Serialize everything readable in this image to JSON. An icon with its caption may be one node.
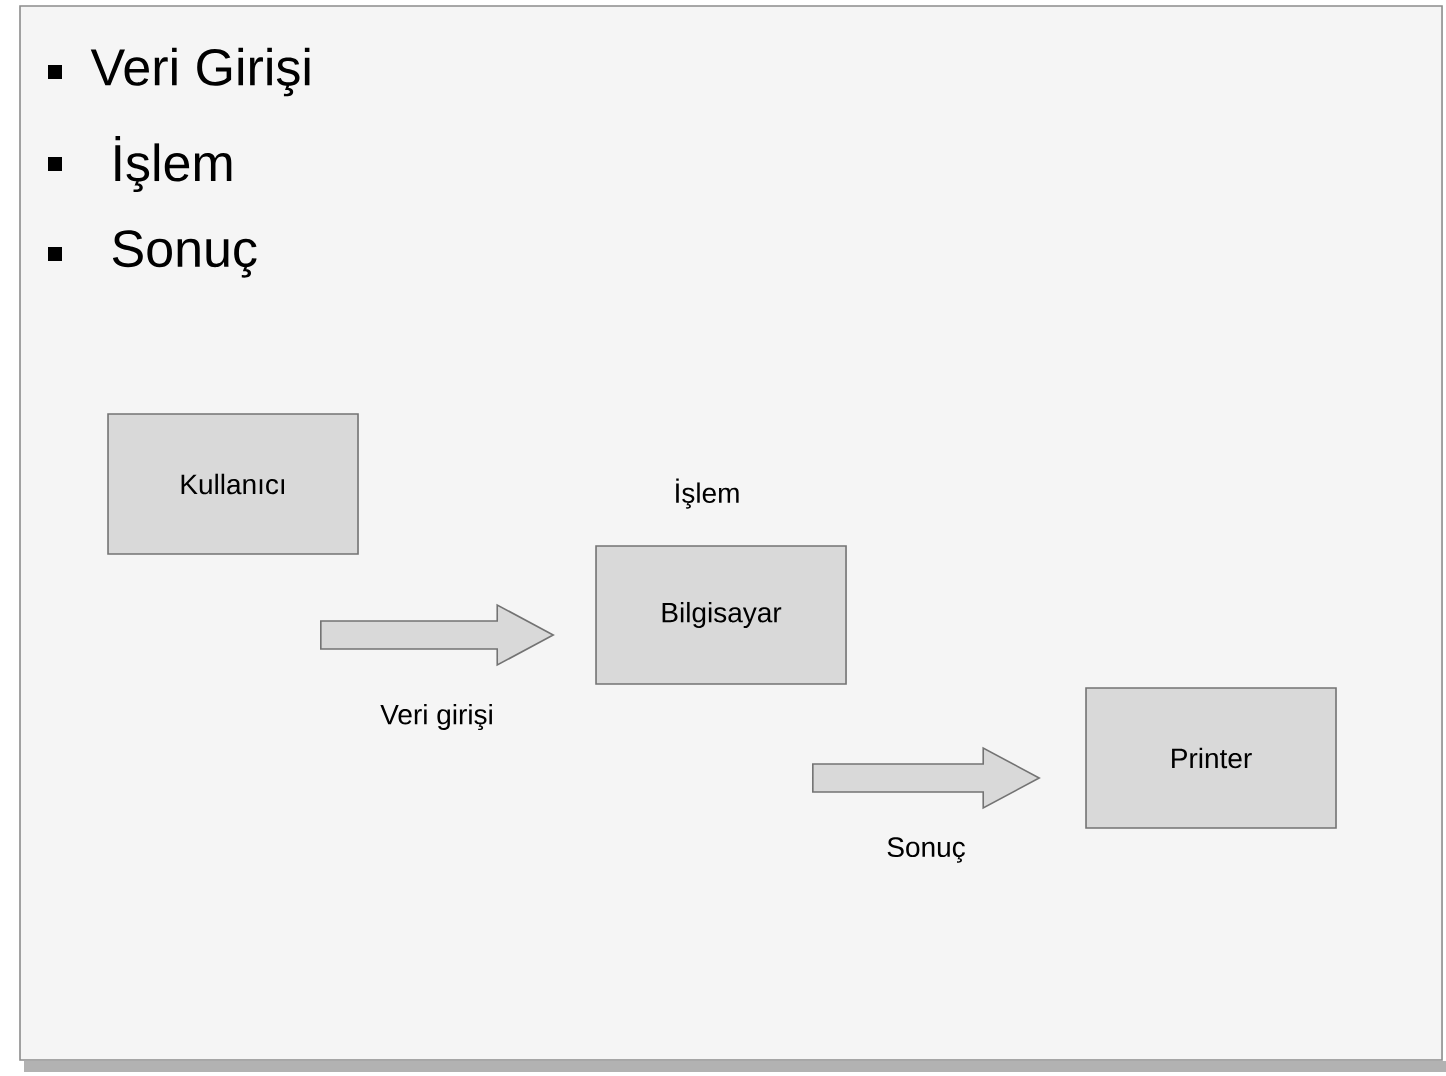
{
  "diagram": {
    "nodes": [
      {
        "text": [
          "Kullanıcı"
        ]
      },
      {
        "text": [
          "Bilgisayar"
        ],
        "beside": [
          "İşlem"
        ]
      },
      {
        "text": [
          "Printer"
        ]
      }
    ],
    "edges": [
      {
        "from": 0,
        "to": 1,
        "arrow": "to",
        "label": "Veri girişi"
      },
      {
        "from": 1,
        "to": 2,
        "arrow": "to",
        "label": "Sonuç"
      }
    ],
    "labels": [
      "Veri Girişi",
      "İşlem",
      "Sonuç"
    ]
  }
}
